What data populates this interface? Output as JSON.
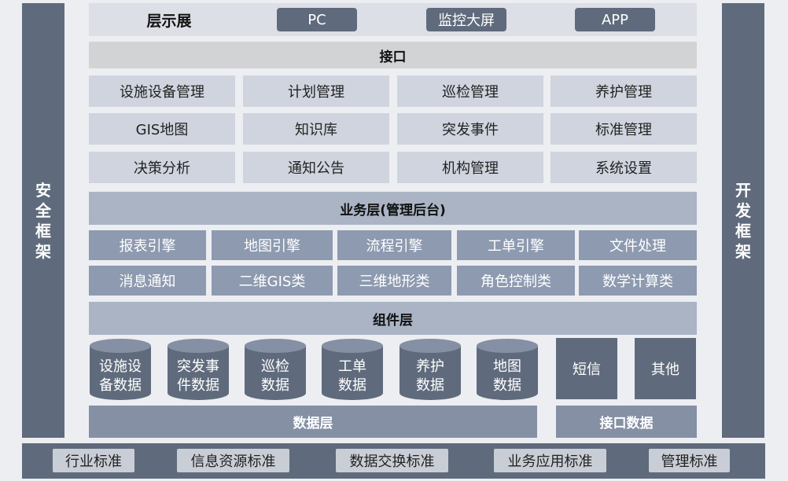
{
  "side_left": {
    "label": "安全框架"
  },
  "side_right": {
    "label": "开发框架"
  },
  "display_layer": {
    "title": "层示展",
    "items": [
      "PC",
      "监控大屏",
      "APP"
    ]
  },
  "interface": {
    "title": "接口"
  },
  "management_modules": [
    [
      "设施设备管理",
      "计划管理",
      "巡检管理",
      "养护管理"
    ],
    [
      "GIS地图",
      "知识库",
      "突发事件",
      "标准管理"
    ],
    [
      "决策分析",
      "通知公告",
      "机构管理",
      "系统设置"
    ]
  ],
  "business_layer": {
    "title": "业务层(管理后台)"
  },
  "components": [
    [
      "报表引擎",
      "地图引擎",
      "流程引擎",
      "工单引擎",
      "文件处理"
    ],
    [
      "消息通知",
      "二维GIS类",
      "三维地形类",
      "角色控制类",
      "数学计算类"
    ]
  ],
  "component_layer": {
    "title": "组件层"
  },
  "databases": [
    [
      "设施设",
      "备数据"
    ],
    [
      "突发事",
      "件数据"
    ],
    [
      "巡检",
      "数据"
    ],
    [
      "工单",
      "数据"
    ],
    [
      "养护",
      "数据"
    ],
    [
      "地图",
      "数据"
    ]
  ],
  "interface_data_items": [
    "短信",
    "其他"
  ],
  "data_layer": {
    "title": "数据层"
  },
  "interface_data": {
    "title": "接口数据"
  },
  "standards": [
    "行业标准",
    "信息资源标准",
    "数据交换标准",
    "业务应用标准",
    "管理标准"
  ]
}
